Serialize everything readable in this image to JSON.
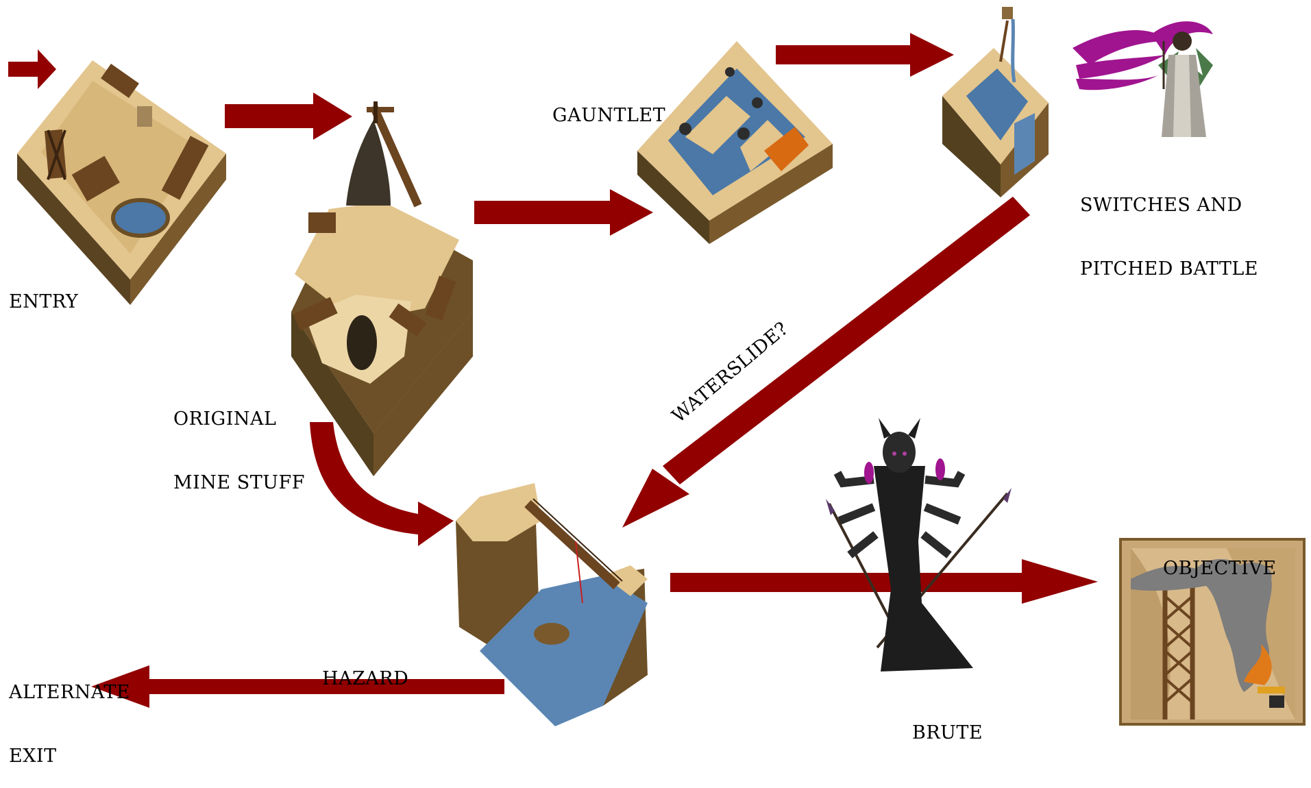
{
  "labels": {
    "entry": "ENTRY",
    "original_mine_1": "ORIGINAL",
    "original_mine_2": "MINE STUFF",
    "gauntlet": "GAUNTLET",
    "switches_1": "SWITCHES AND",
    "switches_2": "PITCHED BATTLE",
    "waterslide": "WATERSLIDE?",
    "hazard": "HAZARD",
    "alternate_1": "ALTERNATE",
    "alternate_2": "EXIT",
    "brute": "BRUTE",
    "objective": "OBJECTIVE"
  },
  "colors": {
    "arrow": "#920000",
    "sand": "#e3c58e",
    "sand_light": "#ecd6a6",
    "cliff": "#7a5a2c",
    "cliff_dark": "#53401f",
    "water": "#4b78a6",
    "wood": "#6b4420",
    "fire": "#d86a12",
    "smoke": "#7d7d7d",
    "magic": "#a0148f",
    "brute": "#1d1d1d"
  }
}
